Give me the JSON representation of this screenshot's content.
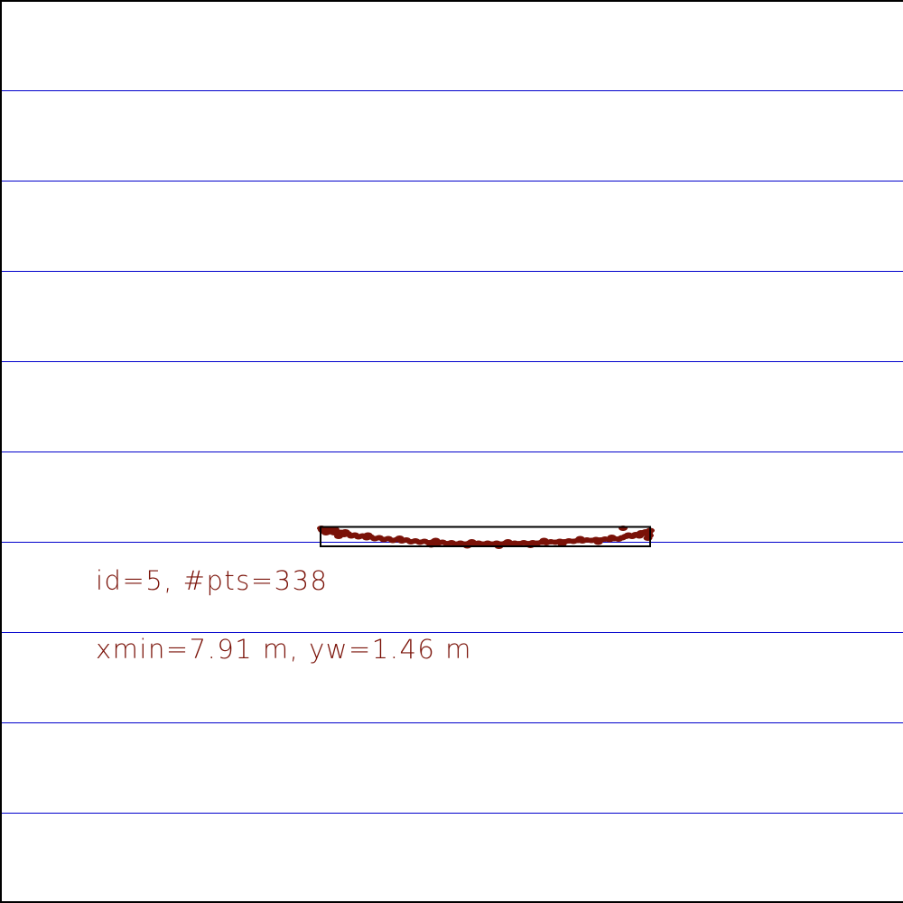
{
  "colors": {
    "background": "#ffffff",
    "grid": "#0000cc",
    "frame": "#000000",
    "points": "#7a1208",
    "bbox": "#000000",
    "text": "#7a1208"
  },
  "info": {
    "id_line": "id=5, #pts=338",
    "extent_line": "xmin=7.91 m, yw=1.46 m"
  },
  "chart_data": {
    "type": "scatter",
    "title": "",
    "xlabel": "",
    "ylabel": "",
    "grid": true,
    "object": {
      "id": 5,
      "num_points": 338,
      "xmin_m": 7.91,
      "yw_m": 1.46
    },
    "view_range_m": {
      "x": [
        0,
        20
      ],
      "y": [
        0,
        20
      ]
    },
    "grid_spacing_m": 2,
    "bbox_m": {
      "x": [
        7.1,
        14.4
      ],
      "y": [
        7.9,
        8.33
      ]
    },
    "points_m": [
      [
        7.16,
        8.24
      ],
      [
        7.22,
        8.2
      ],
      [
        7.28,
        8.22
      ],
      [
        7.35,
        8.25
      ],
      [
        7.4,
        8.2
      ],
      [
        7.47,
        8.18
      ],
      [
        7.55,
        8.21
      ],
      [
        7.62,
        8.16
      ],
      [
        7.7,
        8.18
      ],
      [
        7.78,
        8.13
      ],
      [
        7.86,
        8.15
      ],
      [
        7.94,
        8.11
      ],
      [
        8.03,
        8.13
      ],
      [
        8.12,
        8.09
      ],
      [
        8.2,
        8.11
      ],
      [
        8.3,
        8.07
      ],
      [
        8.4,
        8.09
      ],
      [
        8.5,
        8.05
      ],
      [
        8.6,
        8.07
      ],
      [
        8.7,
        8.03
      ],
      [
        8.8,
        8.05
      ],
      [
        8.9,
        8.02
      ],
      [
        9.0,
        8.04
      ],
      [
        9.1,
        8.0
      ],
      [
        9.2,
        8.02
      ],
      [
        9.3,
        7.99
      ],
      [
        9.4,
        8.01
      ],
      [
        9.5,
        7.98
      ],
      [
        9.6,
        8.0
      ],
      [
        9.7,
        7.97
      ],
      [
        9.8,
        7.99
      ],
      [
        9.9,
        7.96
      ],
      [
        10.0,
        7.98
      ],
      [
        10.1,
        7.95
      ],
      [
        10.2,
        7.97
      ],
      [
        10.3,
        7.95
      ],
      [
        10.4,
        7.97
      ],
      [
        10.5,
        7.95
      ],
      [
        10.6,
        7.97
      ],
      [
        10.7,
        7.95
      ],
      [
        10.8,
        7.97
      ],
      [
        10.9,
        7.95
      ],
      [
        11.0,
        7.97
      ],
      [
        11.1,
        7.95
      ],
      [
        11.2,
        7.97
      ],
      [
        11.3,
        7.95
      ],
      [
        11.4,
        7.97
      ],
      [
        11.5,
        7.96
      ],
      [
        11.6,
        7.98
      ],
      [
        11.7,
        7.96
      ],
      [
        11.8,
        7.98
      ],
      [
        11.9,
        7.97
      ],
      [
        12.0,
        7.99
      ],
      [
        12.1,
        7.98
      ],
      [
        12.2,
        8.0
      ],
      [
        12.3,
        7.99
      ],
      [
        12.4,
        8.01
      ],
      [
        12.5,
        8.0
      ],
      [
        12.6,
        8.02
      ],
      [
        12.7,
        8.01
      ],
      [
        12.8,
        8.03
      ],
      [
        12.9,
        8.02
      ],
      [
        13.0,
        8.04
      ],
      [
        13.1,
        8.03
      ],
      [
        13.2,
        8.05
      ],
      [
        13.3,
        8.04
      ],
      [
        13.4,
        8.06
      ],
      [
        13.5,
        8.05
      ],
      [
        13.6,
        8.07
      ],
      [
        13.7,
        8.06
      ],
      [
        13.78,
        8.09
      ],
      [
        13.8,
        8.3
      ],
      [
        13.86,
        8.12
      ],
      [
        13.92,
        8.15
      ],
      [
        14.0,
        8.12
      ],
      [
        14.08,
        8.16
      ],
      [
        14.16,
        8.13
      ],
      [
        14.24,
        8.18
      ],
      [
        14.3,
        8.22
      ],
      [
        14.36,
        8.2
      ],
      [
        14.4,
        8.25
      ],
      [
        7.12,
        8.3
      ],
      [
        7.14,
        8.26
      ],
      [
        7.3,
        8.28
      ],
      [
        7.42,
        8.27
      ],
      [
        7.5,
        8.12
      ],
      [
        9.55,
        7.93
      ],
      [
        10.35,
        7.91
      ],
      [
        11.05,
        7.9
      ],
      [
        11.75,
        7.92
      ],
      [
        12.45,
        7.95
      ],
      [
        13.25,
        7.99
      ],
      [
        7.65,
        8.22
      ],
      [
        8.15,
        8.15
      ],
      [
        8.85,
        8.08
      ],
      [
        9.65,
        8.03
      ],
      [
        10.45,
        8.0
      ],
      [
        11.25,
        8.0
      ],
      [
        12.05,
        8.03
      ],
      [
        12.85,
        8.07
      ],
      [
        13.55,
        8.1
      ],
      [
        14.2,
        8.2
      ],
      [
        14.35,
        8.08
      ],
      [
        14.38,
        8.14
      ]
    ]
  }
}
